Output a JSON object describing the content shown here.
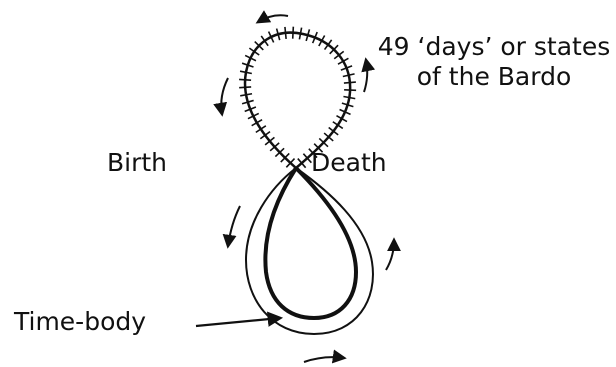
{
  "labels": {
    "bardo_line1": "49 ‘days’ or states",
    "bardo_line2": "of the Bardo",
    "birth": "Birth",
    "death": "Death",
    "time_body": "Time-body"
  },
  "colors": {
    "ink": "#111111",
    "background": "#ffffff"
  }
}
